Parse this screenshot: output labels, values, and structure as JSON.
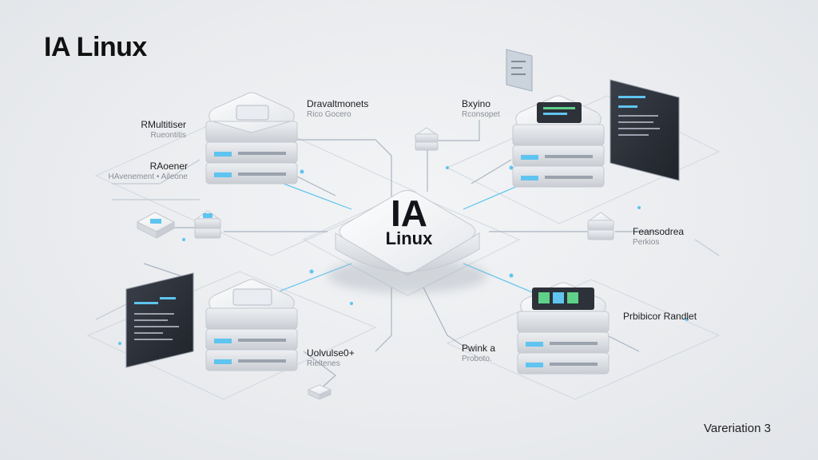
{
  "title": "IA Linux",
  "caption": "Varеriation 3",
  "hub": {
    "line1": "IA",
    "line2": "Linux"
  },
  "labels": [
    {
      "id": "tl-a",
      "title": "RMultitiser",
      "sub": "Rueontitis"
    },
    {
      "id": "tl-b",
      "title": "RAoener",
      "sub": "HAvenement • Aileone"
    },
    {
      "id": "tc",
      "title": "Dravaltmonets",
      "sub": "Rico Gocero"
    },
    {
      "id": "tr",
      "title": "Bxyino",
      "sub": "Rconsopet"
    },
    {
      "id": "r",
      "title": "Feansodrea",
      "sub": "Perkios"
    },
    {
      "id": "bc",
      "title": "Uolvulse0+",
      "sub": "Rieltenes"
    },
    {
      "id": "bcr",
      "title": "Pwink a",
      "sub": "Proboto."
    },
    {
      "id": "br",
      "title": "Prbibicor Randlet",
      "sub": ""
    }
  ],
  "colors": {
    "accent": "#5fc4ef",
    "line": "#a9b4c0",
    "screen": "#2c313a",
    "screen_glow": "#5fd08a",
    "server_body": "#f4f5f7",
    "server_shade": "#d9dce1"
  },
  "icons": [
    "server-stack-icon",
    "monitor-panel-icon",
    "hub-node-icon",
    "mini-server-icon",
    "chip-icon"
  ]
}
